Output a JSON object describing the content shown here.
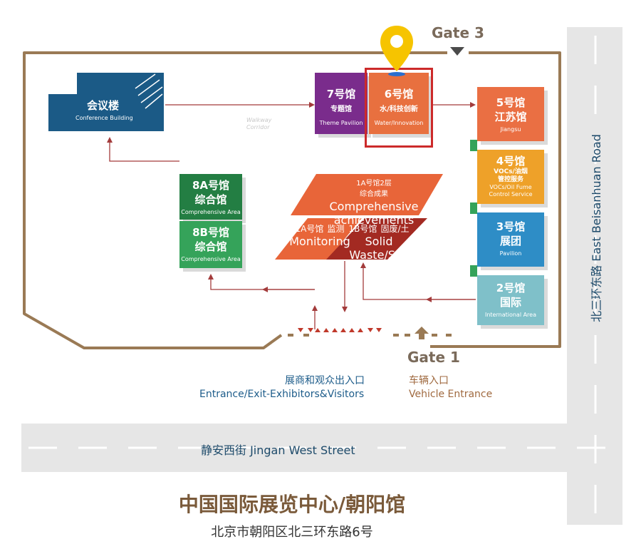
{
  "gates": {
    "gate3": "Gate 3",
    "gate1": "Gate 1"
  },
  "halls": {
    "conference": {
      "cn": "会议楼",
      "en": "Conference Building",
      "color": "#1b5a86"
    },
    "h7": {
      "cn": "7号馆",
      "sub": "专题馆",
      "en": "Theme Pavilion",
      "color": "#7a2c8c"
    },
    "h6": {
      "cn": "6号馆",
      "sub": "水/科技创新",
      "en": "Water/Innovation",
      "color": "#e8703f"
    },
    "h5": {
      "cn": "5号馆",
      "sub": "江苏馆",
      "en": "Jiangsu",
      "color": "#ea6f43"
    },
    "h4": {
      "cn": "4号馆",
      "sub": "VOCs/油烟\n管控服务",
      "en": "VOCs/Oil Fume\nControl Service",
      "color": "#eea129"
    },
    "h3": {
      "cn": "3号馆",
      "sub": "展团",
      "en": "Pavilion",
      "color": "#2e8dc6"
    },
    "h2": {
      "cn": "2号馆",
      "sub": "国际",
      "en": "International Area",
      "color": "#7fc0c9"
    },
    "h8a": {
      "cn": "8A号馆",
      "sub": "综合馆",
      "en": "Comprehensive Area",
      "color": "#237e43"
    },
    "h8b": {
      "cn": "8B号馆",
      "sub": "综合馆",
      "en": "Comprehensive Area",
      "color": "#35a35a"
    },
    "h1a2": {
      "cn": "1A号馆2层",
      "sub": "综合成果",
      "en": "Comprehensive achievements",
      "color": "#e86539"
    },
    "h1a": {
      "cn": "1A号馆",
      "sub": "监测",
      "en": "Monitoring",
      "color": "#e86539"
    },
    "h1b": {
      "cn": "1B号馆",
      "sub": "固废/土",
      "en": "Solid Waste/Soil",
      "color": "#a32a22"
    }
  },
  "walkway_label": "Walkway\nCorridor",
  "entrances": {
    "visitors_cn": "展商和观众出入口",
    "visitors_en": "Entrance/Exit-Exhibitors&Visitors",
    "vehicle_cn": "车辆入口",
    "vehicle_en": "Vehicle Entrance"
  },
  "roads": {
    "jingan": "静安西街 Jingan West Street",
    "beisanhuan": "北三环东路 East Beisanhuan Road"
  },
  "footer": {
    "title": "中国国际展览中心/朝阳馆",
    "address": "北京市朝阳区北三环东路6号"
  },
  "colors": {
    "boundary": "#9a7a55",
    "arrow": "#a33b3b",
    "marker": "#f6c400",
    "highlight": "#cc2a2a",
    "gate_text": "#7a6a5a",
    "entrance_text": "#1d5c8a",
    "vehicle_text": "#a06a40",
    "footer_title": "#7a5a3a"
  }
}
